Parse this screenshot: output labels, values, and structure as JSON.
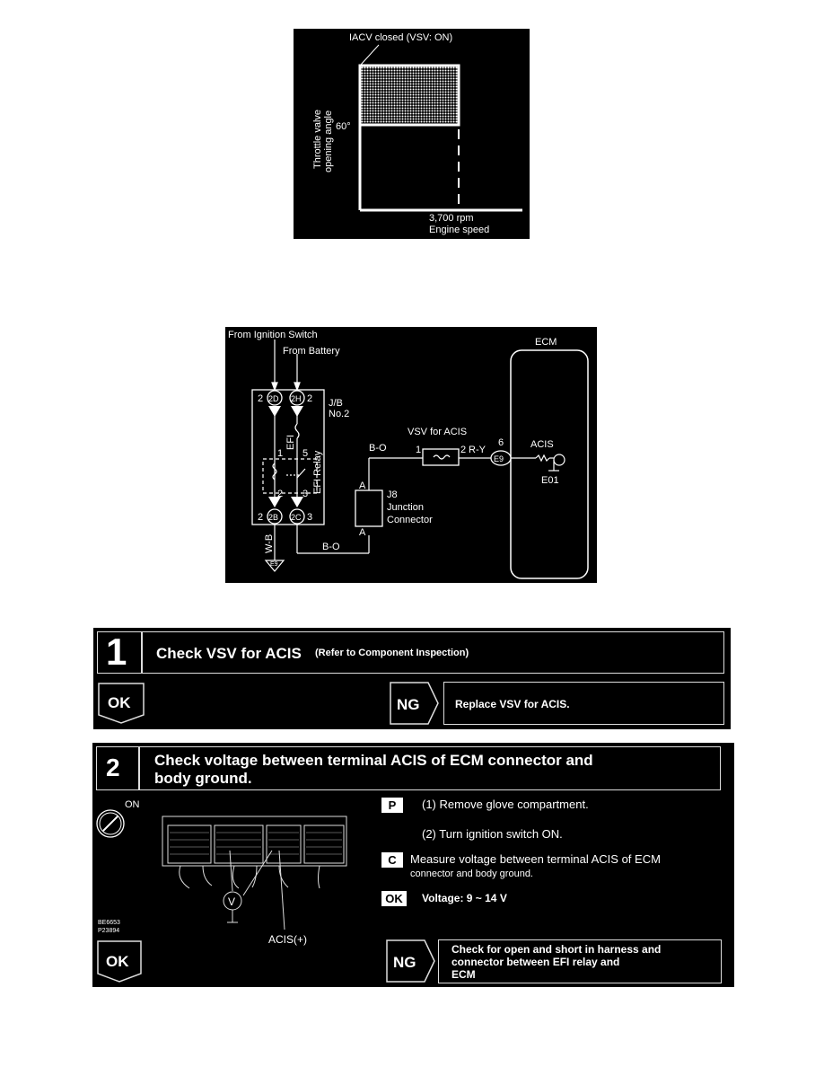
{
  "graph": {
    "annotation": "IACV closed (VSV: ON)",
    "y_label_line1": "Throttle valve",
    "y_label_line2": "opening angle",
    "y_tick": "60°",
    "x_tick": "3,700 rpm",
    "x_label": "Engine speed"
  },
  "wiring": {
    "from_ignition": "From Ignition Switch",
    "from_battery": "From Battery",
    "ecm_title": "ECM",
    "jb_line1": "J/B",
    "jb_line2": "No.2",
    "fuse": "EFI",
    "relay": "EFI Relay",
    "conn_2d": "2D",
    "conn_2h": "2H",
    "conn_2b": "2B",
    "conn_2c": "2C",
    "pin_2_left": "2",
    "pin_2_right": "2",
    "pin_2_bl": "2",
    "pin_3_br": "3",
    "relay_pin_1": "1",
    "relay_pin_5": "5",
    "relay_pin_2": "2",
    "relay_pin_3": "3",
    "vsv_label": "VSV for ACIS",
    "vsv_pin1": "1",
    "vsv_pin2": "2",
    "wire_bo_top": "B-O",
    "wire_ry": "R-Y",
    "wire_bo_bottom": "B-O",
    "wire_wb": "W-B",
    "ground_code": "E9",
    "ecm_pin": "6",
    "ecm_conn": "E9",
    "acis": "ACIS",
    "e01": "E01",
    "j8": "J8",
    "j8_line2": "Junction",
    "j8_line3": "Connector",
    "pin_a_top": "A",
    "pin_a_bottom": "A"
  },
  "step1": {
    "number": "1",
    "title": "Check VSV for ACIS",
    "ref": "(Refer to Component Inspection)",
    "ok": "OK",
    "ng": "NG",
    "ng_action": "Replace VSV for ACIS."
  },
  "step2": {
    "number": "2",
    "title_line1": "Check voltage between terminal ACIS of ECM connector and",
    "title_line2": "body ground.",
    "on_label": "ON",
    "p_chip": "P",
    "c_chip": "C",
    "ok_chip": "OK",
    "p_text1": "(1)  Remove glove compartment.",
    "p_text2": "(2)  Turn ignition switch ON.",
    "c_line1": "Measure voltage between terminal ACIS of ECM",
    "c_line2": "connector and body ground.",
    "ok_text": "Voltage:  9 ~ 14 V",
    "code1": "BE6653",
    "code2": "P23894",
    "acis_plus": "ACIS(+)",
    "meter": "V",
    "ok": "OK",
    "ng": "NG",
    "ng_line1": "Check for open and short in harness and",
    "ng_line2": "connector between EFI relay and",
    "ng_line3": "ECM"
  }
}
